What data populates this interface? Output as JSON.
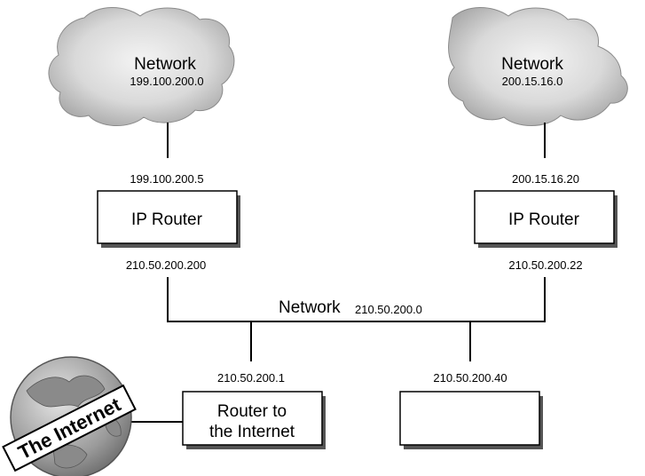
{
  "clouds": {
    "left": {
      "title": "Network",
      "address": "199.100.200.0"
    },
    "right": {
      "title": "Network",
      "address": "200.15.16.0"
    }
  },
  "routers": {
    "left": {
      "label": "IP Router",
      "top_ip": "199.100.200.5",
      "bottom_ip": "210.50.200.200"
    },
    "right": {
      "label": "IP Router",
      "top_ip": "200.15.16.20",
      "bottom_ip": "210.50.200.22"
    }
  },
  "backbone": {
    "title": "Network",
    "address": "210.50.200.0"
  },
  "internet_router": {
    "line1": "Router to",
    "line2": "the Internet",
    "ip": "210.50.200.1"
  },
  "blank_host": {
    "ip": "210.50.200.40"
  },
  "globe": {
    "label": "The Internet"
  }
}
